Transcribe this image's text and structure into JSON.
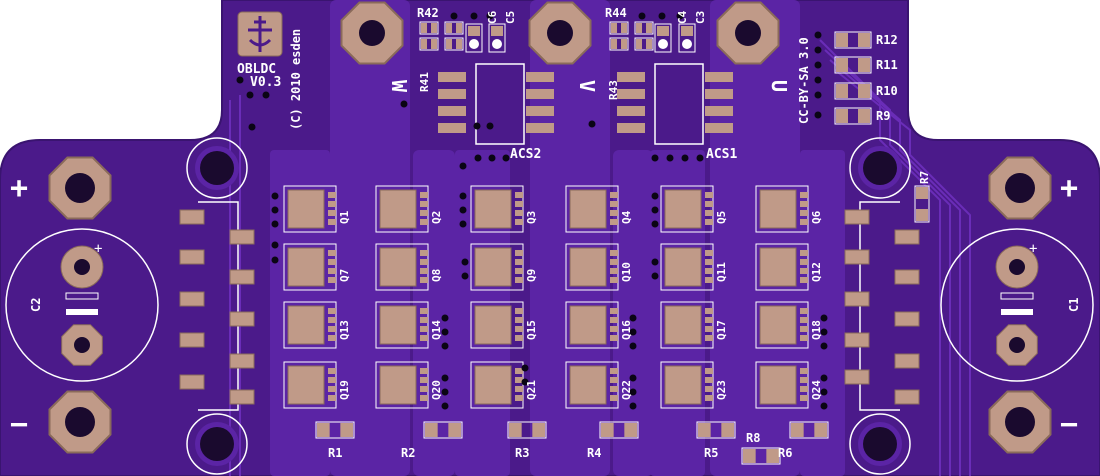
{
  "board": {
    "colors": {
      "background": "#ffffff",
      "board": "#4b1a8a",
      "board_edge": "#3a1470",
      "copper": "#5b24a5",
      "trace": "#6a2db8",
      "pad": "#c09a88",
      "pad_edge": "#8a6a5a",
      "hole": "#1a0a2e",
      "silk": "#ffffff",
      "via": "#0a0514"
    },
    "title": "OBLDC",
    "version": "V0.3",
    "copyright": "(C) 2010 esden",
    "license": "CC-BY-SA 3.0",
    "phase_labels": [
      "W",
      "V",
      "U"
    ],
    "current_sensors": [
      "ACS2",
      "ACS1"
    ],
    "capacitors": [
      "C2",
      "C1"
    ],
    "small_caps": [
      "C6",
      "C5",
      "C4",
      "C3"
    ],
    "resistors_top": [
      "R42",
      "R44",
      "R41",
      "R43"
    ],
    "resistors_right": [
      "R12",
      "R11",
      "R10",
      "R9",
      "R7"
    ],
    "resistors_bottom": [
      "R1",
      "R2",
      "R3",
      "R4",
      "R5",
      "R6",
      "R8"
    ],
    "mosfets": [
      "Q1",
      "Q2",
      "Q7",
      "Q8",
      "Q13",
      "Q14",
      "Q19",
      "Q20",
      "Q3",
      "Q4",
      "Q9",
      "Q10",
      "Q15",
      "Q16",
      "Q21",
      "Q22",
      "Q5",
      "Q6",
      "Q11",
      "Q12",
      "Q17",
      "Q18",
      "Q23",
      "Q24"
    ],
    "polarity": {
      "plus": "+",
      "minus": "−"
    }
  }
}
